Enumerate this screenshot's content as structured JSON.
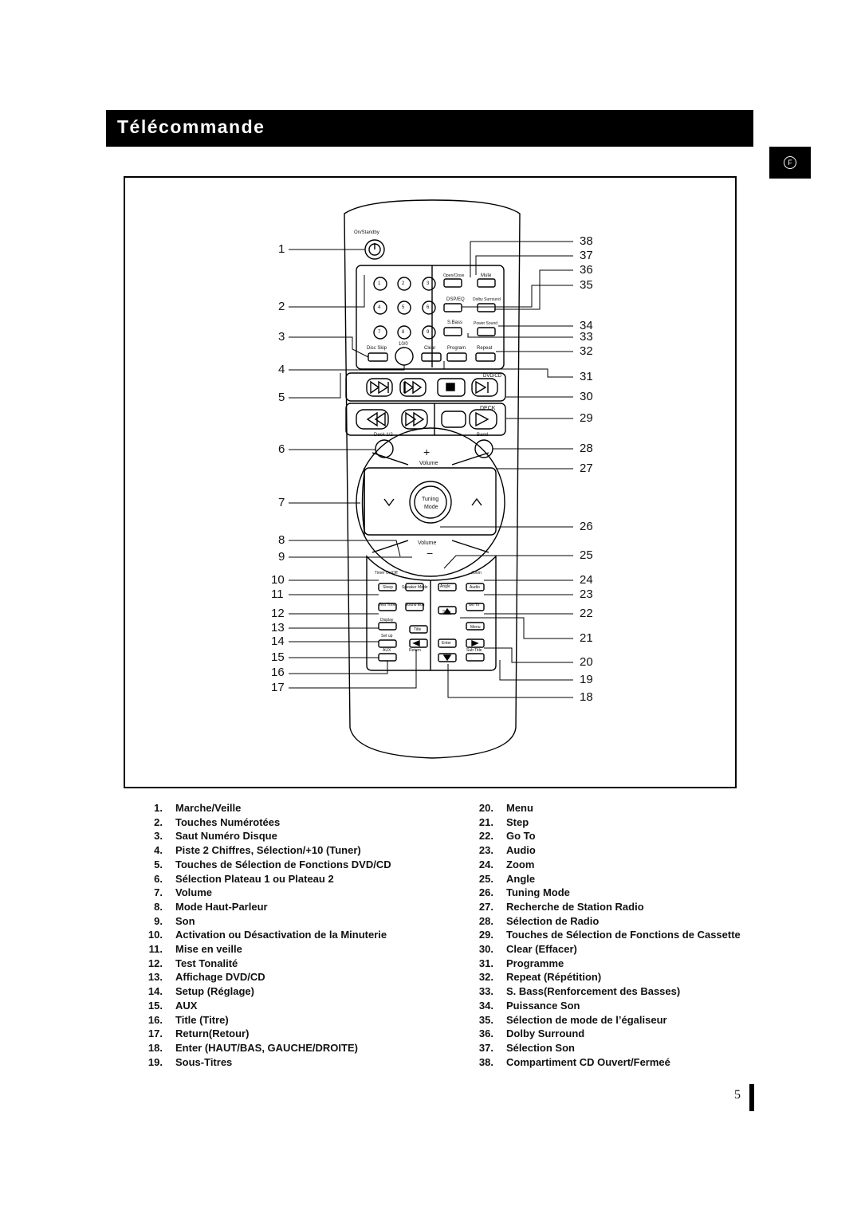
{
  "page_title": "Télécommande",
  "language_badge": "F",
  "remote": {
    "on_standby": "On/Standby",
    "keypad": [
      "1",
      "2",
      "3",
      "4",
      "5",
      "6",
      "7",
      "8",
      "9"
    ],
    "open_close": "Open/Close",
    "mute": "Mute",
    "dsp_eq": "DSP/EQ",
    "dolby_surround": "Dolby Surround",
    "s_bass": "S.Bass",
    "power_sound": "Power Sound",
    "disc_skip": "Disc Skip",
    "ten_zero": "10/0",
    "clear": "Clear",
    "program": "Program",
    "repeat": "Repeat",
    "dvd_cd": "DVD/CD",
    "deck": "DECK",
    "deck_12": "Deck 1/2",
    "band": "Band",
    "volume_up": "Volume",
    "volume_down": "Volume",
    "tuning": "Tuning",
    "mode": "Mode",
    "timer_onoff": "Timer On/Off",
    "zoom": "Zoom",
    "sleep": "Sleep",
    "speaker_mode": "Speaker Mode",
    "angle": "Angle",
    "audio": "Audio",
    "test_tone": "Test Tone",
    "sound_edit": "Sound Edit",
    "go_to": "Go To",
    "step": "Step",
    "display": "Display",
    "title": "Title",
    "menu": "Menu",
    "set_up": "Set up",
    "enter": "Enter",
    "aux": "AUX",
    "return": "Return",
    "sub_title": "Sub Title"
  },
  "callouts_left": [
    "1",
    "2",
    "3",
    "4",
    "5",
    "6",
    "7",
    "8",
    "9",
    "10",
    "11",
    "12",
    "13",
    "14",
    "15",
    "16",
    "17"
  ],
  "callouts_right": [
    "38",
    "37",
    "36",
    "35",
    "34",
    "33",
    "32",
    "31",
    "30",
    "29",
    "28",
    "27",
    "26",
    "25",
    "24",
    "23",
    "22",
    "21",
    "20",
    "19",
    "18"
  ],
  "legend_left": [
    {
      "n": "1.",
      "t": "Marche/Veille"
    },
    {
      "n": "2.",
      "t": "Touches Numérotées"
    },
    {
      "n": "3.",
      "t": "Saut Numéro Disque"
    },
    {
      "n": "4.",
      "t": "Piste 2 Chiffres, Sélection/+10 (Tuner)"
    },
    {
      "n": "5.",
      "t": "Touches de Sélection de Fonctions DVD/CD"
    },
    {
      "n": "6.",
      "t": "Sélection Plateau 1 ou Plateau 2"
    },
    {
      "n": "7.",
      "t": "Volume"
    },
    {
      "n": "8.",
      "t": "Mode Haut-Parleur"
    },
    {
      "n": "9.",
      "t": "Son"
    },
    {
      "n": "10.",
      "t": "Activation ou Désactivation de la Minuterie"
    },
    {
      "n": "11.",
      "t": "Mise en veille"
    },
    {
      "n": "12.",
      "t": "Test Tonalité"
    },
    {
      "n": "13.",
      "t": "Affichage DVD/CD"
    },
    {
      "n": "14.",
      "t": "Setup (Réglage)"
    },
    {
      "n": "15.",
      "t": "AUX"
    },
    {
      "n": "16.",
      "t": "Title (Titre)"
    },
    {
      "n": "17.",
      "t": "Return(Retour)"
    },
    {
      "n": "18.",
      "t": "Enter (HAUT/BAS, GAUCHE/DROITE)"
    },
    {
      "n": "19.",
      "t": "Sous-Titres"
    }
  ],
  "legend_right": [
    {
      "n": "20.",
      "t": "Menu"
    },
    {
      "n": "21.",
      "t": "Step"
    },
    {
      "n": "22.",
      "t": "Go To"
    },
    {
      "n": "23.",
      "t": "Audio"
    },
    {
      "n": "24.",
      "t": "Zoom"
    },
    {
      "n": "25.",
      "t": "Angle"
    },
    {
      "n": "26.",
      "t": "Tuning Mode"
    },
    {
      "n": "27.",
      "t": "Recherche de Station Radio"
    },
    {
      "n": "28.",
      "t": "Sélection de Radio"
    },
    {
      "n": "29.",
      "t": "Touches de Sélection de Fonctions de Cassette"
    },
    {
      "n": "30.",
      "t": "Clear (Effacer)"
    },
    {
      "n": "31.",
      "t": "Programme"
    },
    {
      "n": "32.",
      "t": "Repeat (Répétition)"
    },
    {
      "n": "33.",
      "t": "S. Bass(Renforcement des Basses)"
    },
    {
      "n": "34.",
      "t": "Puissance Son"
    },
    {
      "n": "35.",
      "t": "Sélection de mode de l’égaliseur"
    },
    {
      "n": "36.",
      "t": "Dolby Surround"
    },
    {
      "n": "37.",
      "t": "Sélection Son"
    },
    {
      "n": "38.",
      "t": "Compartiment CD Ouvert/Fermeé"
    }
  ],
  "page_number": "5"
}
